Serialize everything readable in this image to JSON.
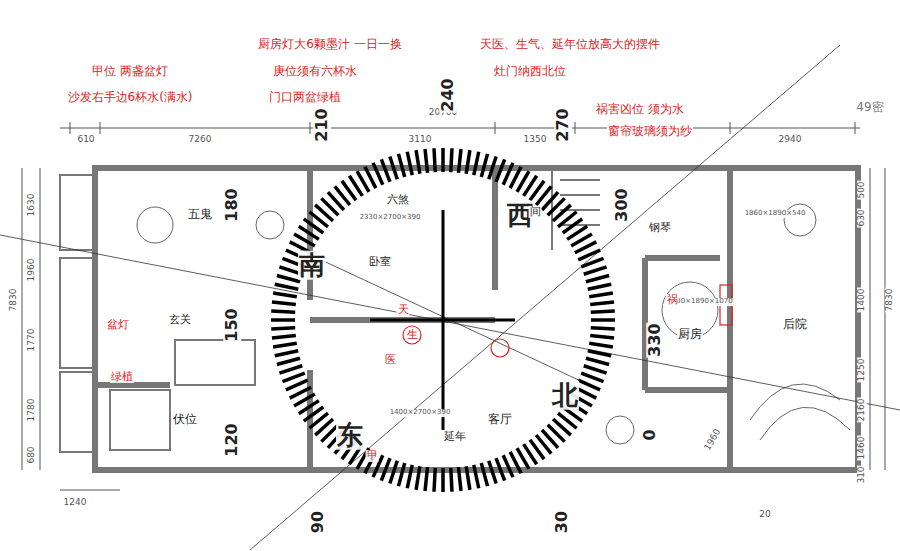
{
  "diagram": {
    "nodes": [
      {
        "text": [
          "五鬼"
        ]
      },
      {
        "text": [
          "伏位"
        ]
      },
      {
        "text": [
          "厨房"
        ]
      },
      {
        "text": [
          "后院"
        ]
      },
      {
        "text": [
          "客厅"
        ]
      }
    ],
    "labels": [
      "甲位 两盏盆灯",
      "沙发右手边6杯水(满水)",
      "厨房灯大6颗墨汁 一日一换",
      "庚位须有六杯水",
      "门口两盆绿植",
      "天医、生气、延年位放高大的摆件",
      "灶门纳西北位",
      "祸害凶位 须为水",
      "窗帘玻璃须为纱",
      "49密",
      "610",
      "7260",
      "20760",
      "3110",
      "1350",
      "2940",
      "1630",
      "1960",
      "7830",
      "1770",
      "1780",
      "680",
      "500",
      "630",
      "1400",
      "7830",
      "1250",
      "2160",
      "1460",
      "310",
      "1240",
      "20",
      "210",
      "240",
      "270",
      "300",
      "330",
      "0",
      "30",
      "90",
      "120",
      "150",
      "180",
      "南",
      "西",
      "北",
      "东",
      "六煞",
      "卧室",
      "间",
      "钢琴",
      "玄关",
      "延年",
      "2330×2700×390",
      "1430×1890×1070",
      "1860×1890×540",
      "1400×2700×390",
      "1960",
      "盆灯",
      "绿植",
      "甲",
      "天",
      "医",
      "生",
      "祸"
    ]
  }
}
